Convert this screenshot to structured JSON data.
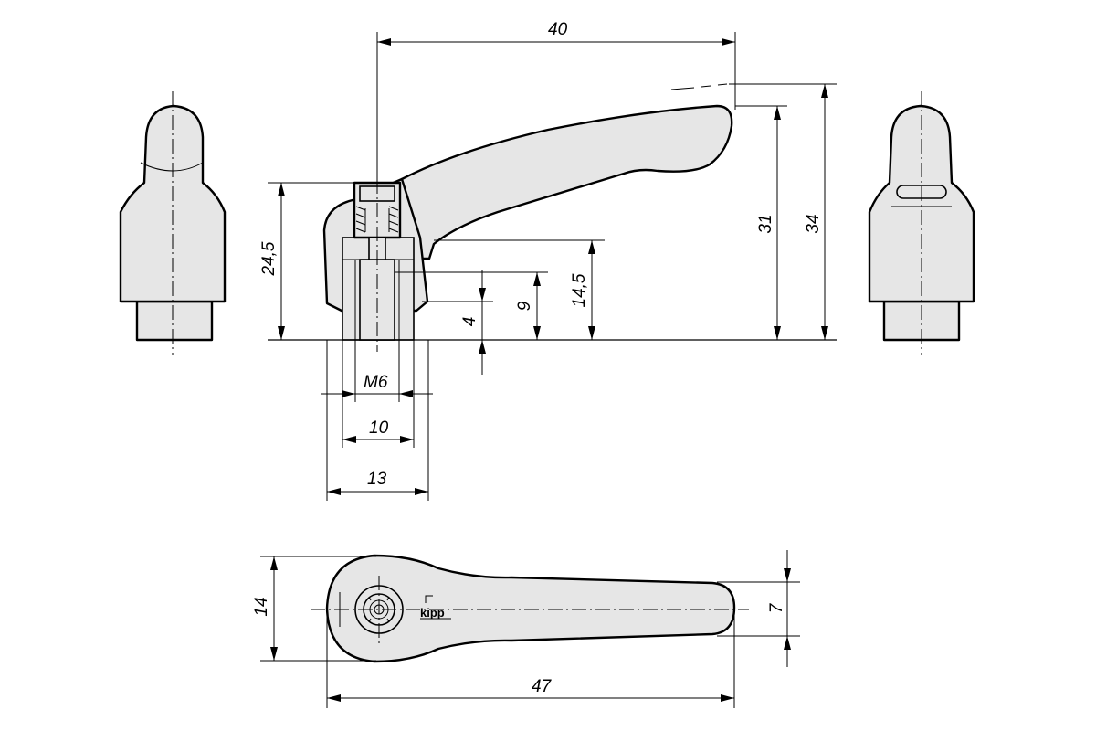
{
  "dimensions": {
    "overall_length": "40",
    "height_total": "34",
    "height_lever": "31",
    "height_hub": "24,5",
    "thread_height": "14,5",
    "thread_depth": "9",
    "screw_length": "4",
    "thread": "M6",
    "hub_inner_diameter": "10",
    "hub_outer_diameter": "13",
    "top_view_length": "47",
    "top_view_width": "14",
    "tip_width": "7"
  },
  "logo": "kipp",
  "colors": {
    "fill": "#e6e6e6",
    "stroke": "#000000"
  }
}
